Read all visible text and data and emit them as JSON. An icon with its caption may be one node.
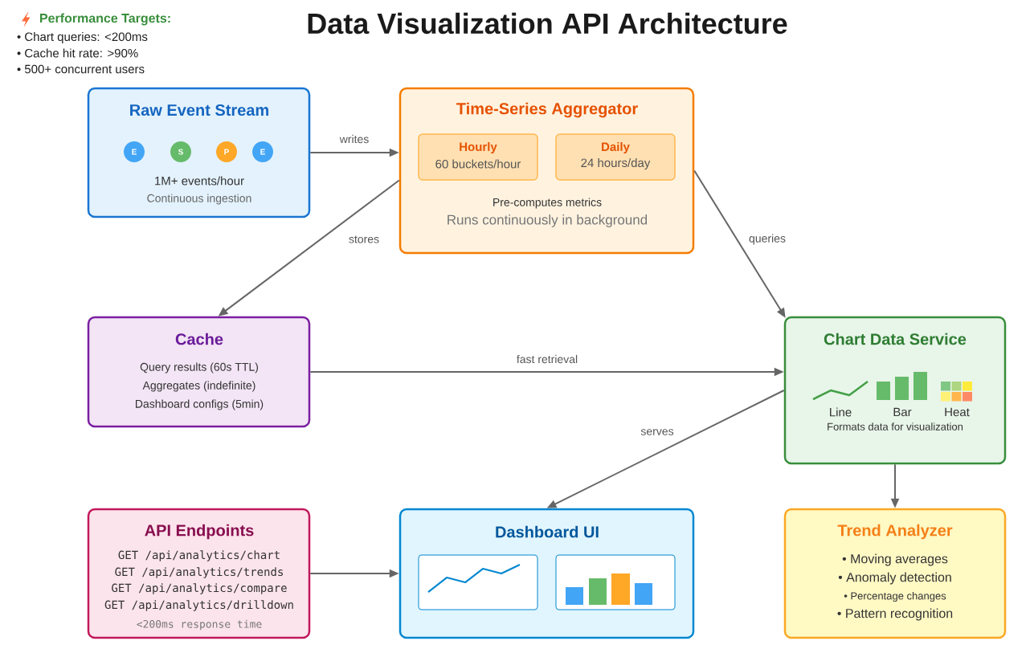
{
  "diagram": {
    "title": "Data Visualization API Architecture",
    "nodes": [
      {
        "text": [
          "Raw Event Stream",
          "1M+ events/hour",
          "Continuous ingestion"
        ]
      },
      {
        "text": [
          "E"
        ],
        "in": 0
      },
      {
        "text": [
          "S"
        ],
        "in": 0
      },
      {
        "text": [
          "P"
        ],
        "in": 0
      },
      {
        "text": [
          "E"
        ],
        "in": 0
      },
      {
        "text": [
          "Time-Series Aggregator",
          "Pre-computes metrics",
          "Runs continuously in background"
        ]
      },
      {
        "text": [
          "Hourly",
          "60 buckets/hour"
        ],
        "in": 5
      },
      {
        "text": [
          "Daily",
          "24 hours/day"
        ],
        "in": 5
      },
      {
        "text": [
          "Cache",
          "Query results (60s TTL)",
          "Aggregates (indefinite)",
          "Dashboard configs (5min)"
        ]
      },
      {
        "text": [
          "Chart Data Service",
          "Line",
          "Bar",
          "Heat",
          "Formats data for visualization"
        ]
      },
      {
        "text": [
          "API Endpoints",
          "GET /api/analytics/chart",
          "GET /api/analytics/trends",
          "GET /api/analytics/compare",
          "GET /api/analytics/drilldown",
          "<200ms response time"
        ]
      },
      {
        "text": [
          "Dashboard UI"
        ]
      },
      {
        "text": [
          "Trend Analyzer",
          "• Moving averages",
          "• Anomaly detection",
          "• Percentage changes",
          "• Pattern recognition"
        ]
      }
    ],
    "edges": [
      {
        "from": 0,
        "to": 5,
        "arrow": "to",
        "label": "writes"
      },
      {
        "from": 5,
        "to": 8,
        "arrow": "to",
        "label": "stores"
      },
      {
        "from": 5,
        "to": 9,
        "arrow": "to",
        "label": "queries"
      },
      {
        "from": 8,
        "to": 9,
        "arrow": "to",
        "label": "fast retrieval"
      },
      {
        "from": 9,
        "to": 11,
        "arrow": "to",
        "label": "serves"
      },
      {
        "from": 9,
        "to": 12,
        "arrow": "to"
      },
      {
        "from": 10,
        "to": 11,
        "arrow": "to"
      }
    ],
    "labels": [
      "Performance Targets:",
      "• Chart queries: <200ms",
      "• Cache hit rate: >90%",
      "• 500+ concurrent users"
    ]
  }
}
